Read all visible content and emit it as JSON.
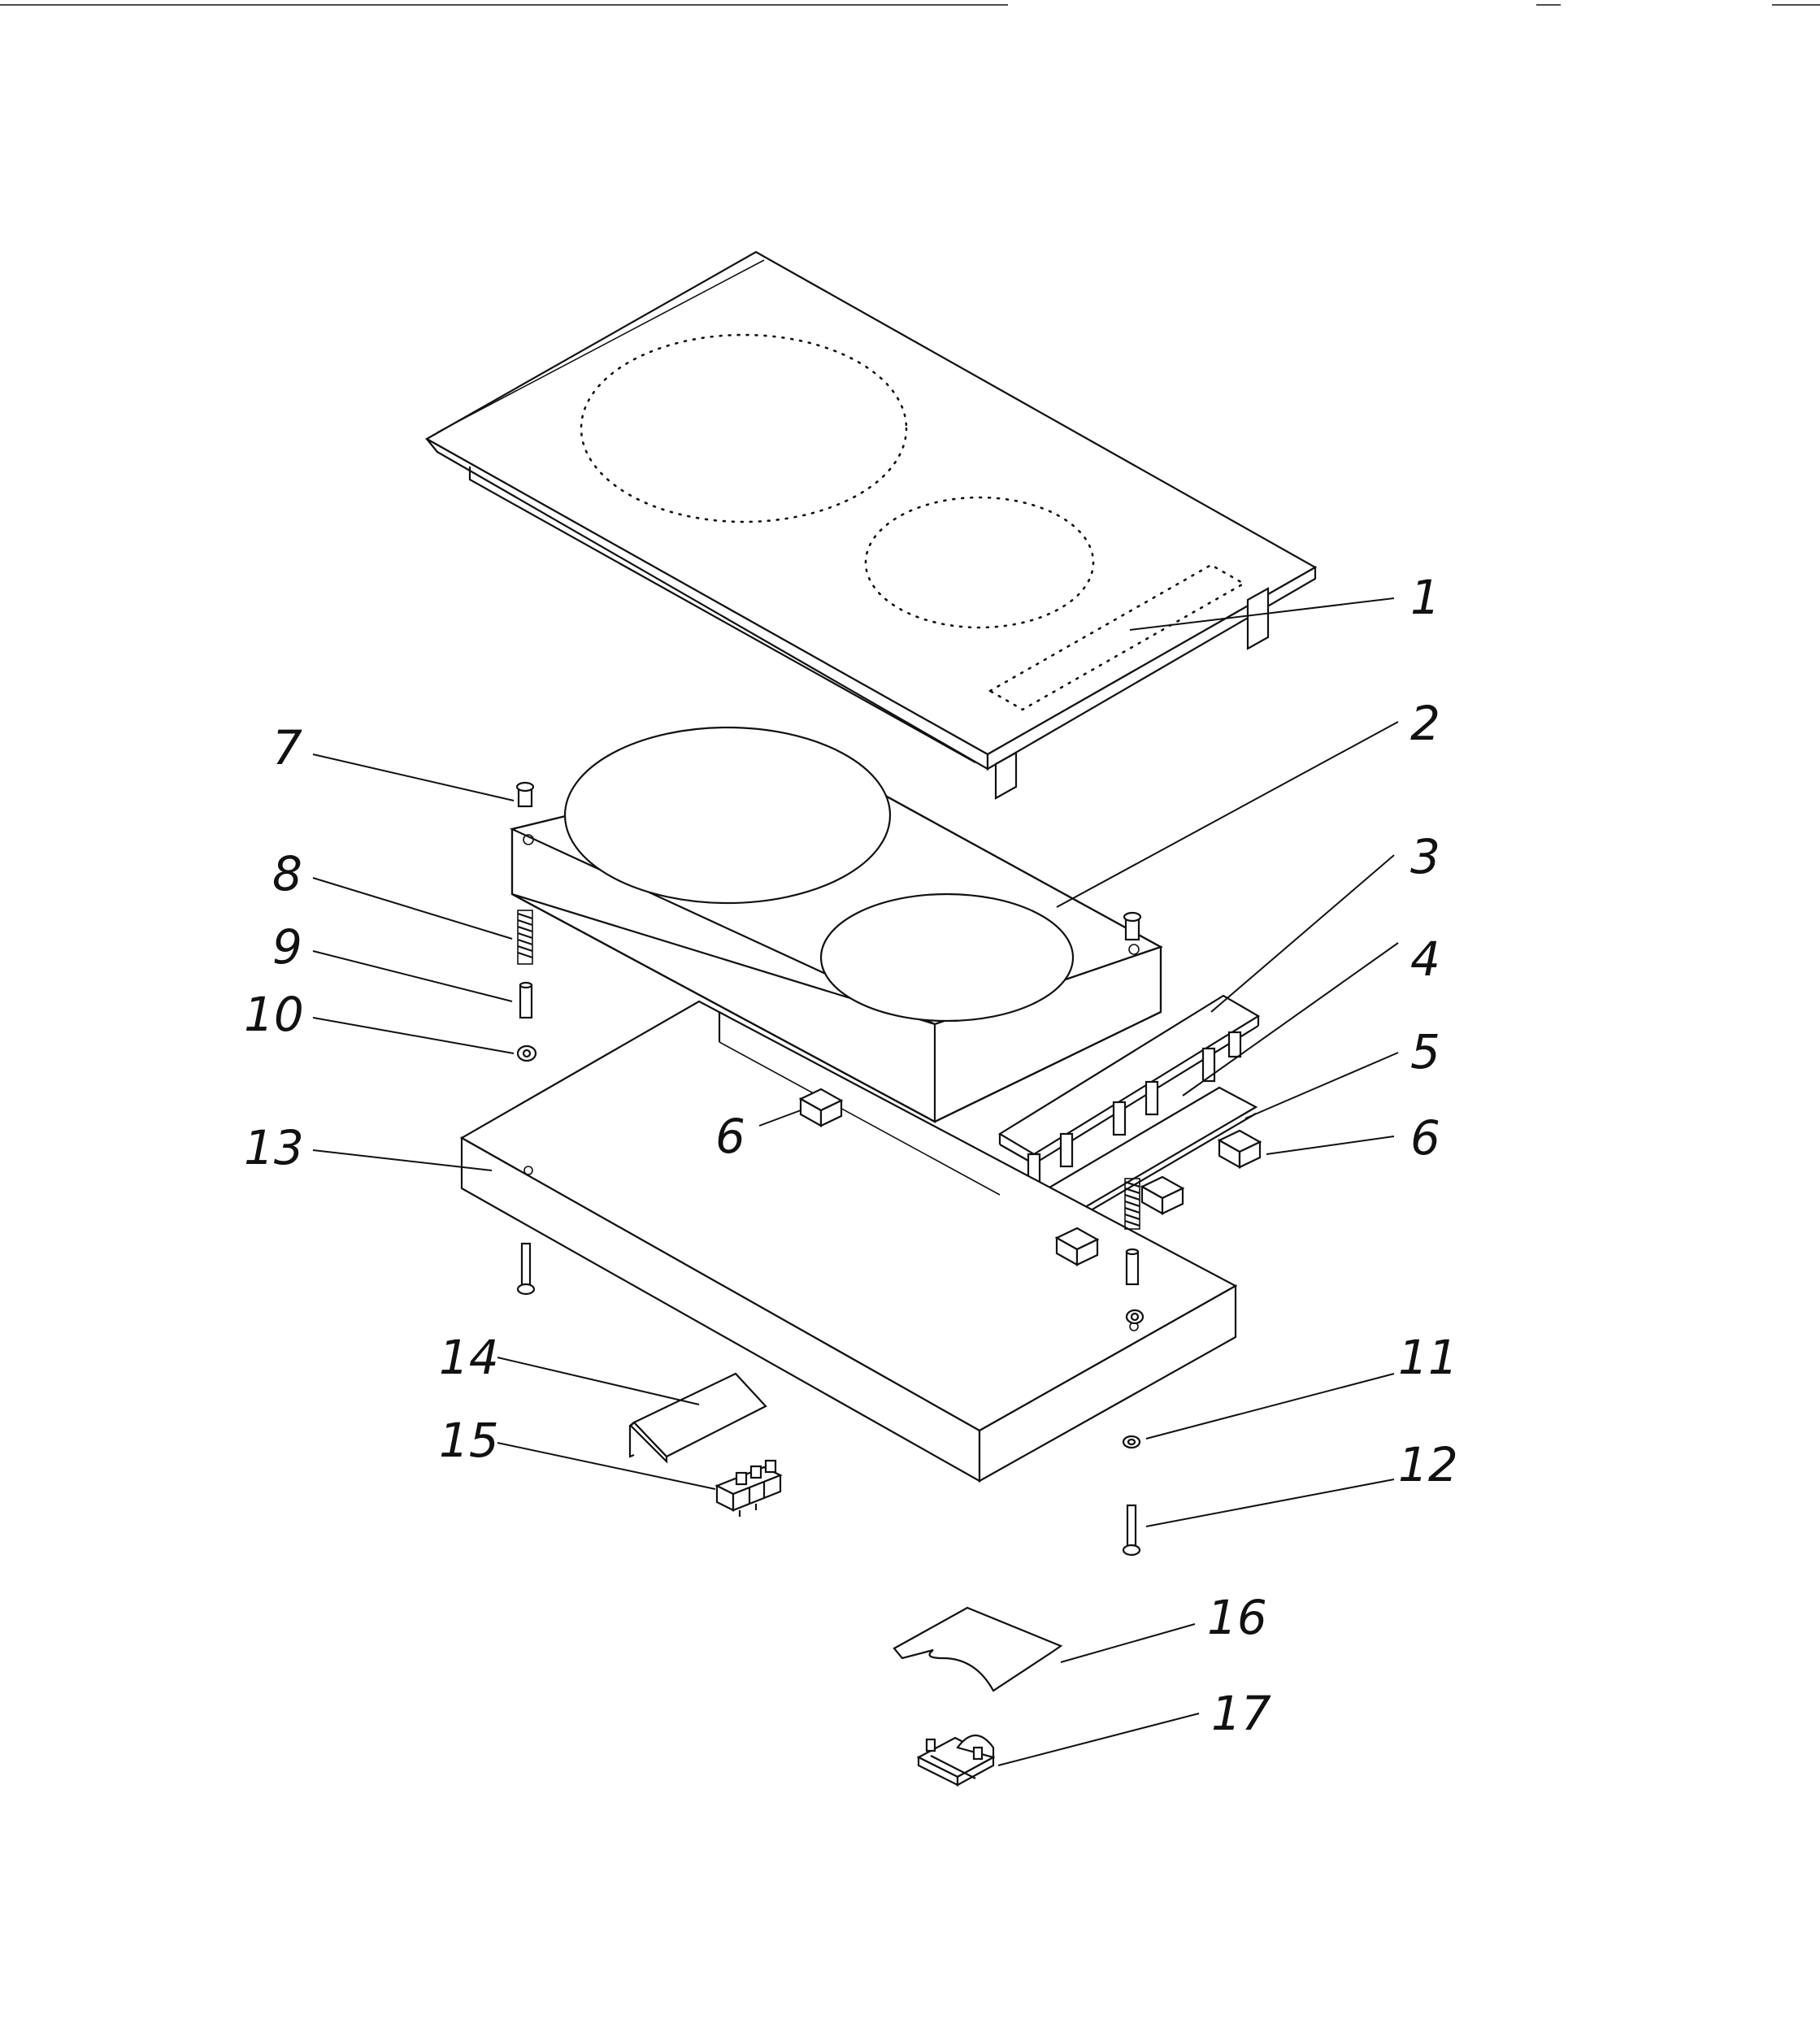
{
  "diagram": {
    "callouts": [
      {
        "id": "c1",
        "label": "1"
      },
      {
        "id": "c2",
        "label": "2"
      },
      {
        "id": "c3",
        "label": "3"
      },
      {
        "id": "c4",
        "label": "4"
      },
      {
        "id": "c5",
        "label": "5"
      },
      {
        "id": "c6a",
        "label": "6"
      },
      {
        "id": "c6b",
        "label": "6"
      },
      {
        "id": "c7",
        "label": "7"
      },
      {
        "id": "c8",
        "label": "8"
      },
      {
        "id": "c9",
        "label": "9"
      },
      {
        "id": "c10",
        "label": "10"
      },
      {
        "id": "c11",
        "label": "11"
      },
      {
        "id": "c12",
        "label": "12"
      },
      {
        "id": "c13",
        "label": "13"
      },
      {
        "id": "c14",
        "label": "14"
      },
      {
        "id": "c15",
        "label": "15"
      },
      {
        "id": "c16",
        "label": "16"
      },
      {
        "id": "c17",
        "label": "17"
      }
    ],
    "line_color": "#111111",
    "background": "#ffffff"
  }
}
